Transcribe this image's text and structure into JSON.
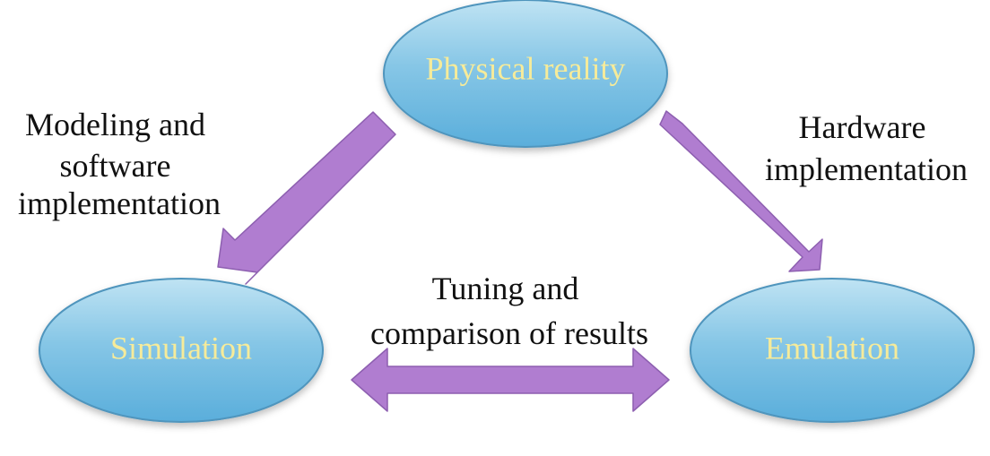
{
  "colors": {
    "node_fill_top": "#bfe3f3",
    "node_fill_mid": "#86c6e6",
    "node_fill_bottom": "#5aaedb",
    "node_stroke": "#4f95bd",
    "node_text": "#f6eb9a",
    "arrow_fill": "#b07dd0",
    "arrow_stroke": "#8d5fb0",
    "edge_text": "#111111"
  },
  "nodes": {
    "physical_reality": "Physical reality",
    "simulation": "Simulation",
    "emulation": "Emulation"
  },
  "edges": {
    "modeling": [
      "Modeling and",
      "software",
      "implementation"
    ],
    "hardware": [
      "Hardware",
      "implementation"
    ],
    "tuning": [
      "Tuning and",
      "comparison of results"
    ]
  }
}
